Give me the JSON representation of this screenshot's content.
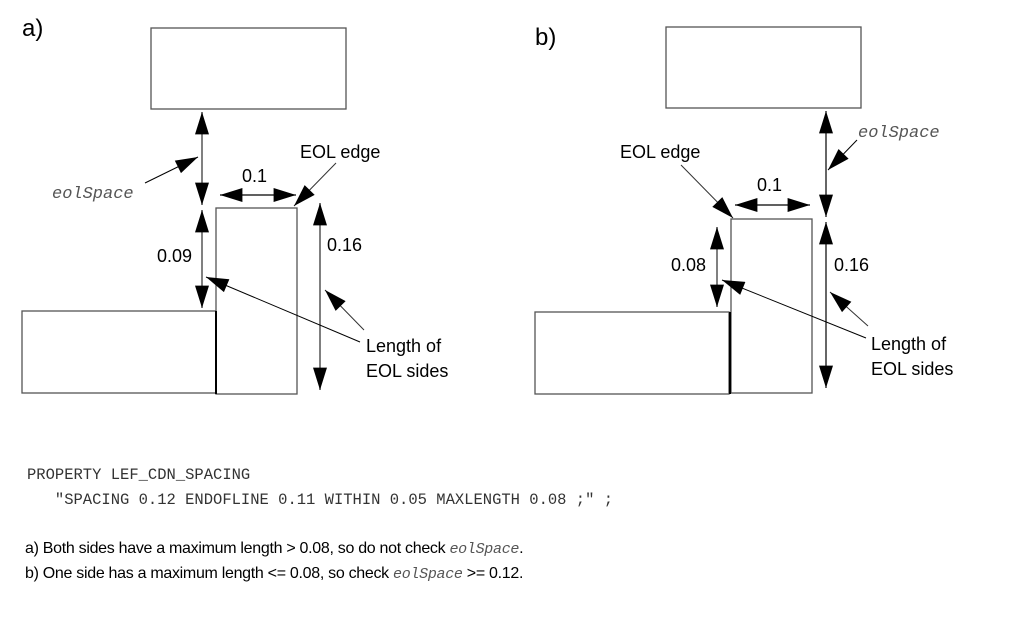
{
  "diagrams": [
    {
      "panel_label": "a)",
      "labels": {
        "eol_edge": "EOL edge",
        "eol_width": "0.1",
        "eol_space": "eolSpace",
        "left_side_length": "0.09",
        "right_side_length": "0.16",
        "length_of_line1": "Length of",
        "length_of_line2": "EOL sides"
      }
    },
    {
      "panel_label": "b)",
      "labels": {
        "eol_edge": "EOL edge",
        "eol_width": "0.1",
        "eol_space": "eolSpace",
        "left_side_length": "0.08",
        "right_side_length": "0.16",
        "length_of_line1": "Length of",
        "length_of_line2": "EOL sides"
      }
    }
  ],
  "code": {
    "line1": "PROPERTY LEF_CDN_SPACING",
    "line2": "   \"SPACING 0.12 ENDOFLINE 0.11 WITHIN 0.05 MAXLENGTH 0.08 ;\" ;"
  },
  "notes": {
    "a_prefix": "a) Both sides have a maximum length > 0.08, so do not check ",
    "a_keyword": "eolSpace",
    "a_suffix": ".",
    "b_prefix": "b) One side has a maximum length <= 0.08, so check ",
    "b_keyword": "eolSpace",
    "b_suffix": " >= 0.12."
  }
}
